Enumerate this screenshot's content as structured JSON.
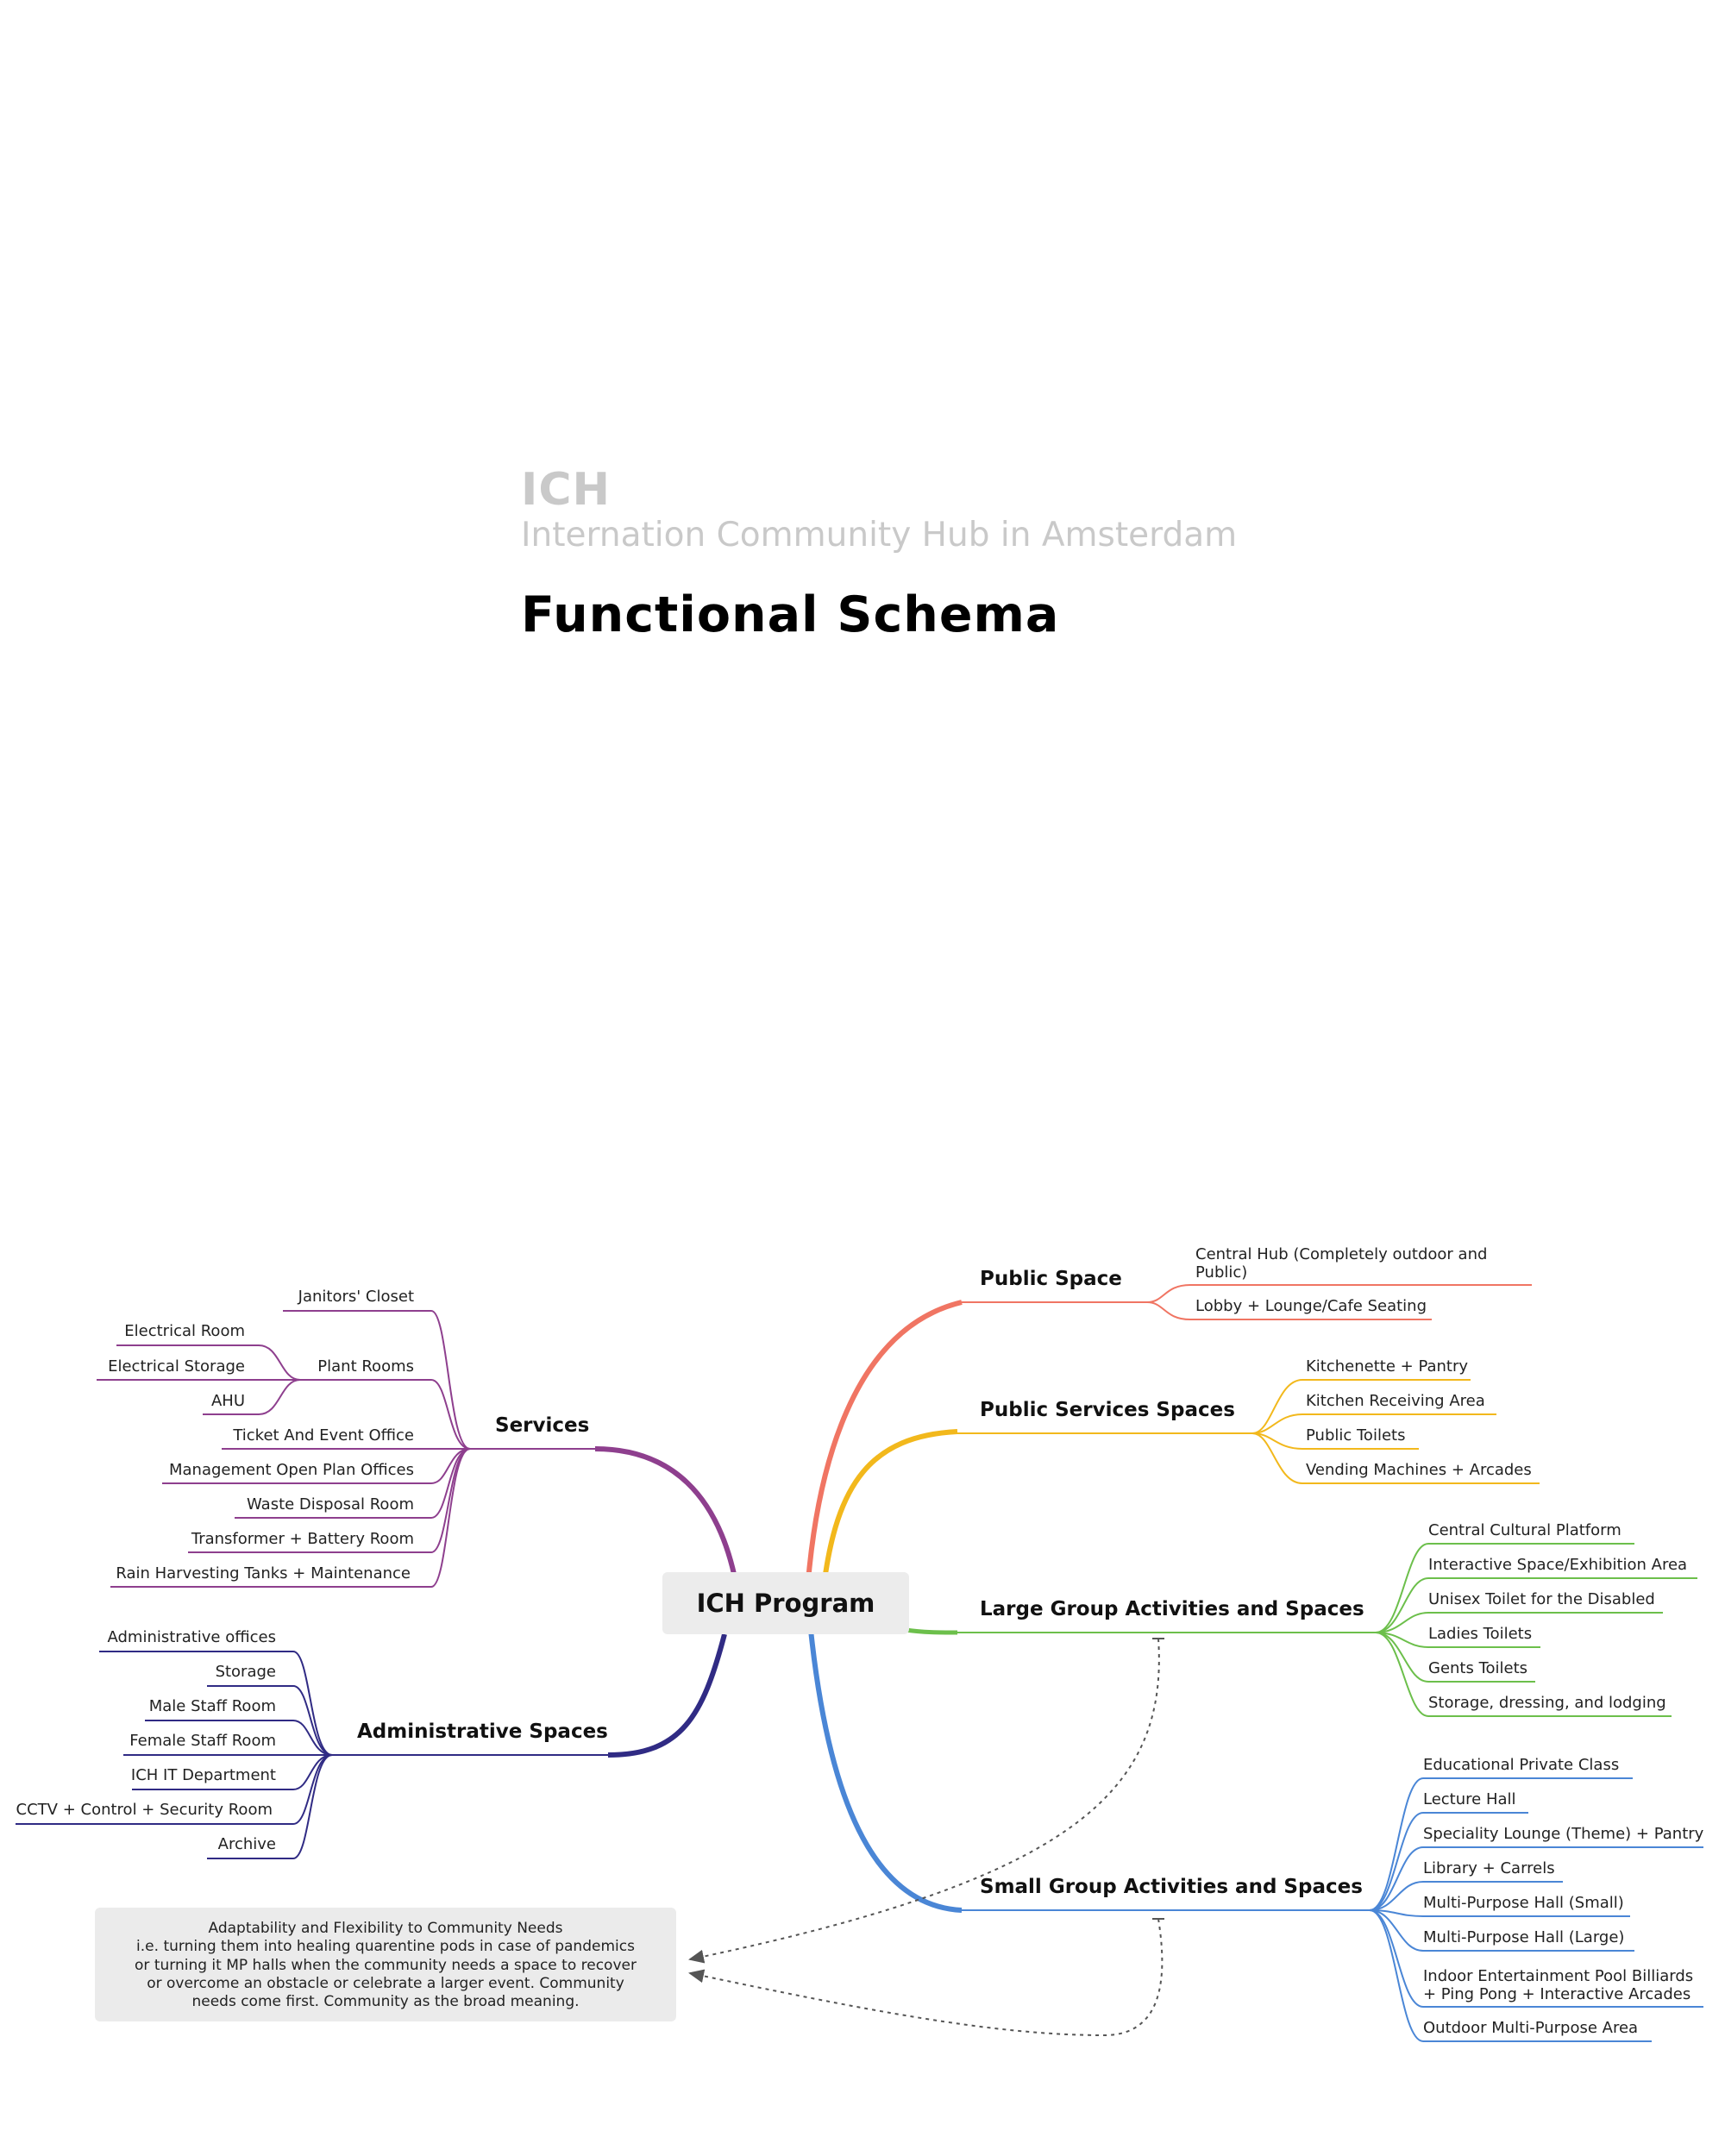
{
  "header": {
    "abbr": "ICH",
    "subtitle": "Internation Community Hub in Amsterdam",
    "title": "Functional Schema"
  },
  "mindmap": {
    "root": "ICH Program",
    "branches": {
      "public_space": {
        "label": "Public Space",
        "color": "#f07563",
        "items": [
          "Central Hub (Completely outdoor and",
          "Public)",
          "Lobby + Lounge/Cafe Seating"
        ]
      },
      "public_services": {
        "label": "Public Services Spaces",
        "color": "#f2b81c",
        "items": [
          "Kitchenette + Pantry",
          "Kitchen Receiving Area",
          "Public Toilets",
          "Vending Machines + Arcades"
        ]
      },
      "large_group": {
        "label": "Large Group Activities and Spaces",
        "color": "#6cbf4b",
        "items": [
          "Central Cultural Platform",
          "Interactive Space/Exhibition Area",
          "Unisex Toilet for the Disabled",
          "Ladies Toilets",
          "Gents Toilets",
          "Storage, dressing, and lodging"
        ]
      },
      "small_group": {
        "label": "Small Group Activities and Spaces",
        "color": "#4a86d6",
        "items": [
          "Educational Private Class",
          "Lecture Hall",
          "Speciality Lounge (Theme) + Pantry",
          "Library + Carrels",
          "Multi-Purpose Hall (Small)",
          "Multi-Purpose Hall (Large)",
          "Indoor Entertainment Pool Billiards",
          "+ Ping Pong + Interactive Arcades",
          "Outdoor Multi-Purpose Area"
        ]
      },
      "services": {
        "label": "Services",
        "color": "#8e3f8e",
        "plant_rooms": "Plant Rooms",
        "plant_items": [
          "Electrical Room",
          "Electrical Storage",
          "AHU"
        ],
        "items": [
          "Janitors' Closet",
          "Ticket And Event Office",
          "Management Open Plan Offices",
          "Waste Disposal Room",
          "Transformer + Battery Room",
          "Rain Harvesting Tanks + Maintenance"
        ]
      },
      "administrative": {
        "label": "Administrative Spaces",
        "color": "#302b84",
        "items": [
          "Administrative offices",
          "Storage",
          "Male Staff Room",
          "Female Staff Room",
          "ICH IT Department",
          "CCTV + Control + Security Room",
          "Archive"
        ]
      }
    },
    "note": {
      "lines": [
        "Adaptability and Flexibility to Community Needs",
        "i.e. turning them into healing quarentine pods in case of pandemics",
        "or turning it MP halls when the community needs a space to recover",
        "or overcome an obstacle or celebrate a larger event. Community",
        "needs come first. Community as the broad meaning."
      ]
    }
  }
}
